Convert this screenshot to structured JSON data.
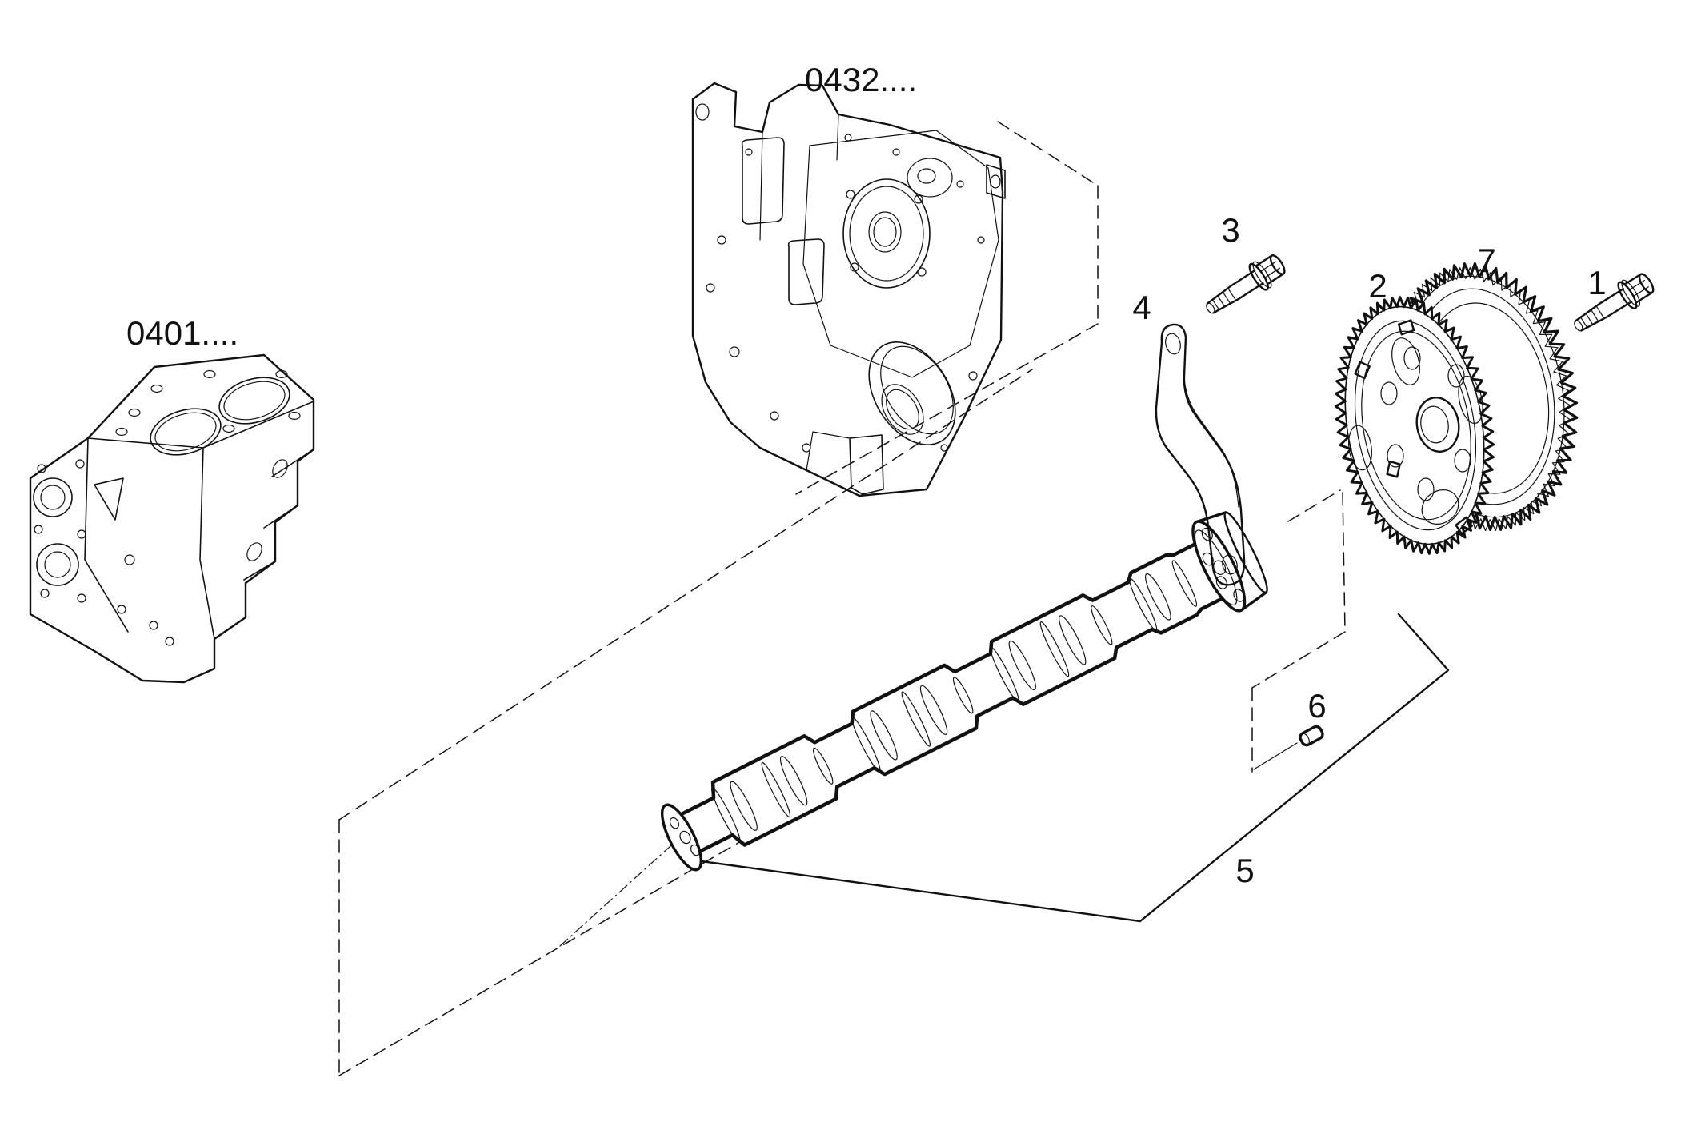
{
  "diagram": {
    "background_color": "#ffffff",
    "line_color": "#111111",
    "assembly_labels": [
      {
        "text": "0401...."
      },
      {
        "text": "0432...."
      }
    ],
    "part_labels": [
      {
        "text": "1"
      },
      {
        "text": "2"
      },
      {
        "text": "3"
      },
      {
        "text": "4"
      },
      {
        "text": "5"
      },
      {
        "text": "6"
      },
      {
        "text": "7"
      }
    ]
  }
}
